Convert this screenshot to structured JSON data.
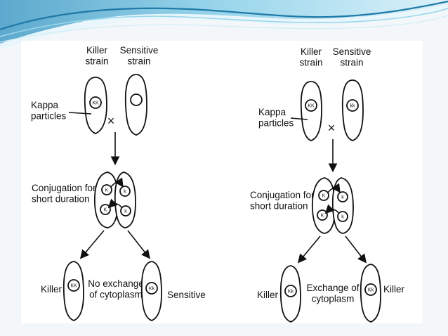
{
  "colors": {
    "wave_dark": "#1f7aa8",
    "wave_mid": "#6cc0e0",
    "wave_light": "#c8e9f5",
    "frame": "#f0f4f7"
  },
  "left_panel": {
    "killer_strain": "Killer\nstrain",
    "sensitive_strain": "Sensitive\nstrain",
    "kappa": "Kappa\nparticles",
    "cross": "×",
    "conjugation": "Conjugation for\nshort duration",
    "result_left": "Killer",
    "middle_text": "No exchange\nof cytoplasm",
    "result_right": "Sensitive",
    "kk_big": "KK",
    "kk_small": "Kk",
    "k_small": "k",
    "k_big": "K"
  },
  "right_panel": {
    "killer_strain": "Killer\nstrain",
    "sensitive_strain": "Sensitive\nstrain",
    "kappa": "Kappa\nparticles",
    "cross": "×",
    "conjugation": "Conjugation for\nshort duration",
    "result_left": "Killer",
    "middle_text": "Exchange of\ncytoplasm",
    "result_right": "Killer",
    "kk_big": "KK",
    "kk_small": "kk",
    "kk_mixed": "Kk",
    "k_small": "k",
    "k_big": "K"
  }
}
